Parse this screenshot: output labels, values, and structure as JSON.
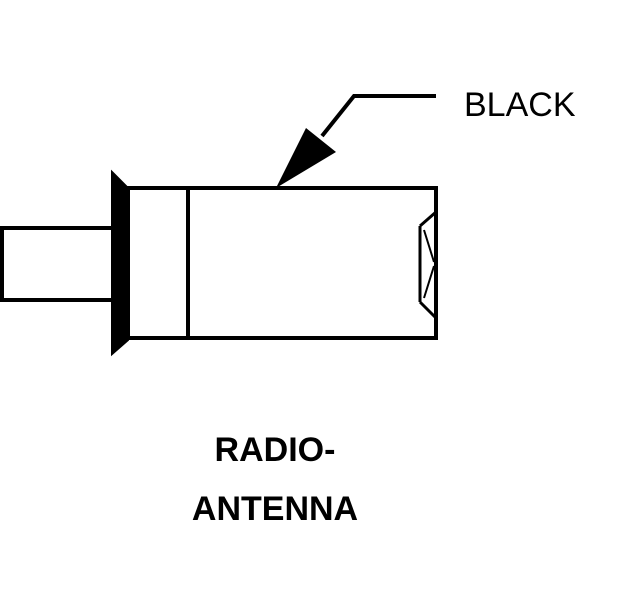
{
  "diagram": {
    "callout_label": "BLACK",
    "caption_line1": "RADIO-",
    "caption_line2": "ANTENNA"
  },
  "colors": {
    "line": "#000000",
    "background": "#ffffff"
  }
}
